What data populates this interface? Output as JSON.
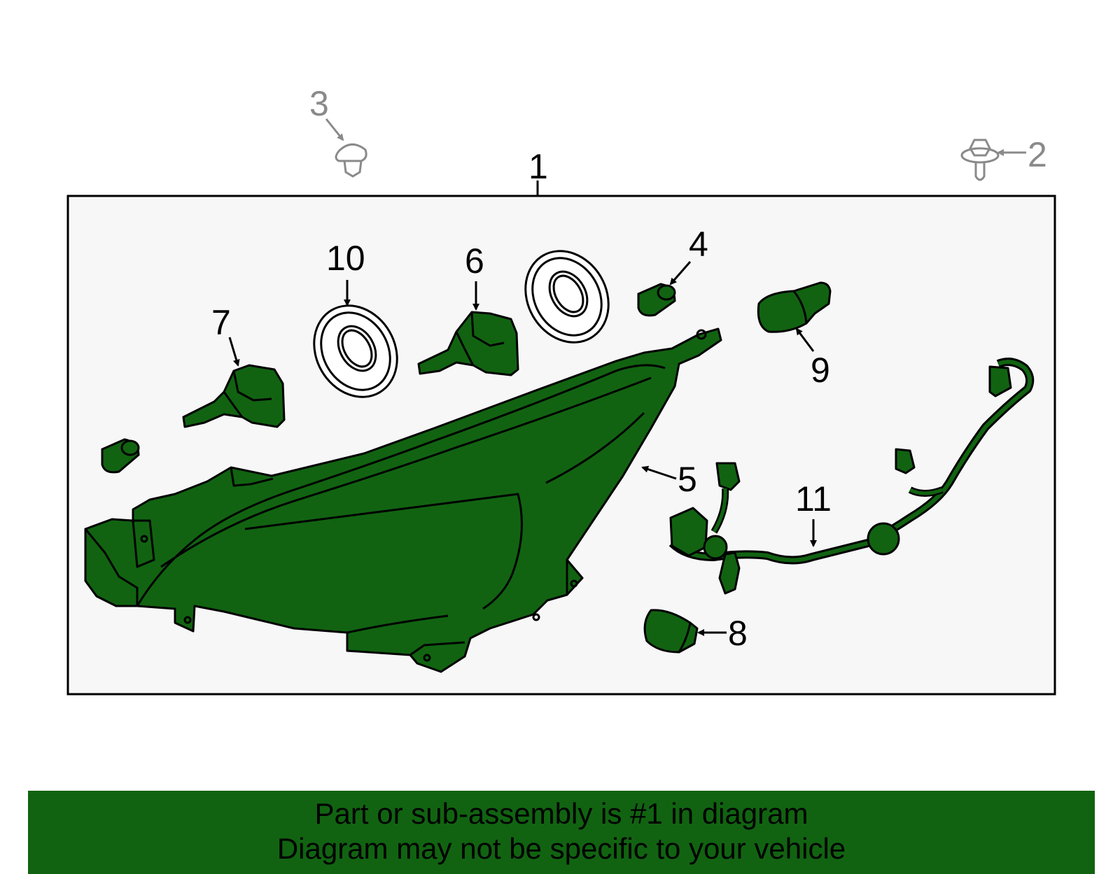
{
  "colors": {
    "part_fill": "#116311",
    "outline": "#000000",
    "box_fill": "#f7f7f7",
    "hardware_grey": "#8a8a8a",
    "banner_fill": "#116311"
  },
  "callouts": {
    "c1": "1",
    "c2": "2",
    "c3": "3",
    "c4": "4",
    "c5": "5",
    "c6": "6",
    "c7": "7",
    "c8": "8",
    "c9": "9",
    "c10": "10",
    "c11": "11"
  },
  "banner": {
    "line1": "Part or sub-assembly is #1 in diagram",
    "line2": "Diagram may not be specific to your vehicle"
  }
}
